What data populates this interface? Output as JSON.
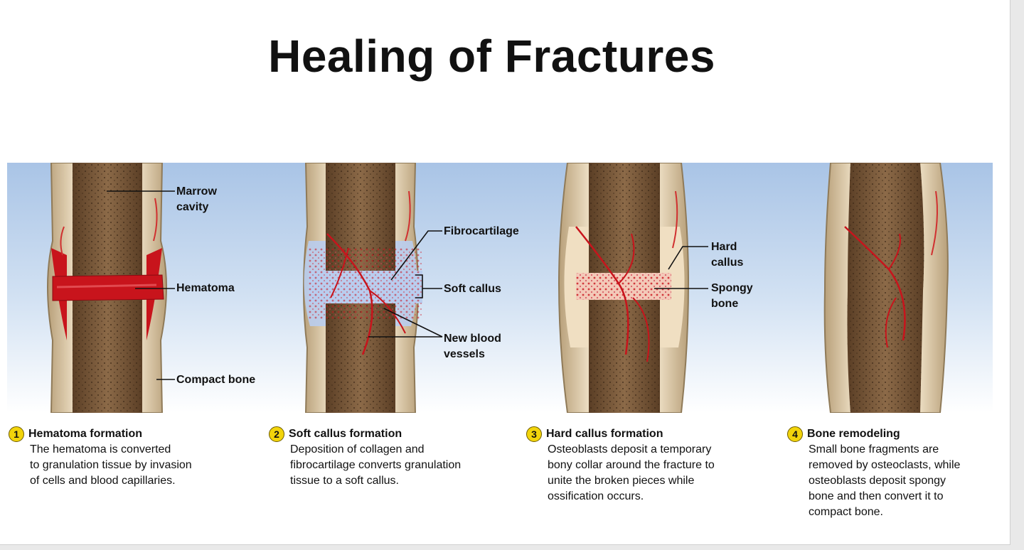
{
  "title": "Healing of Fractures",
  "labels": {
    "marrow_cavity": [
      "Marrow",
      "cavity"
    ],
    "hematoma": "Hematoma",
    "compact_bone": "Compact bone",
    "fibrocartilage": "Fibrocartilage",
    "soft_callus": "Soft callus",
    "new_blood_vessels": [
      "New blood",
      "vessels"
    ],
    "hard_callus": [
      "Hard",
      "callus"
    ],
    "spongy_bone": [
      "Spongy",
      "bone"
    ]
  },
  "steps": [
    {
      "number": "1",
      "title": "Hematoma formation",
      "lines": [
        "The hematoma is converted",
        "to granulation tissue by invasion",
        "of cells and blood capillaries."
      ]
    },
    {
      "number": "2",
      "title": "Soft callus formation",
      "lines": [
        "Deposition of collagen and",
        "fibrocartilage converts granulation",
        "tissue to a soft callus."
      ]
    },
    {
      "number": "3",
      "title": "Hard callus formation",
      "lines": [
        "Osteoblasts deposit a temporary",
        "bony collar around the fracture to",
        "unite the broken pieces while",
        "ossification occurs."
      ]
    },
    {
      "number": "4",
      "title": "Bone remodeling",
      "lines": [
        "Small bone fragments are",
        "removed by osteoclasts, while",
        "osteoblasts deposit spongy",
        "bone and then convert it to",
        "compact bone."
      ]
    }
  ],
  "colors": {
    "sky_top": "#a9c4e6",
    "bone_outer": "#eddcc0",
    "marrow": "#7a5a3c",
    "blood": "#c8141c",
    "soft_callus": "#b9cdee",
    "badge": "#f2d40b"
  }
}
